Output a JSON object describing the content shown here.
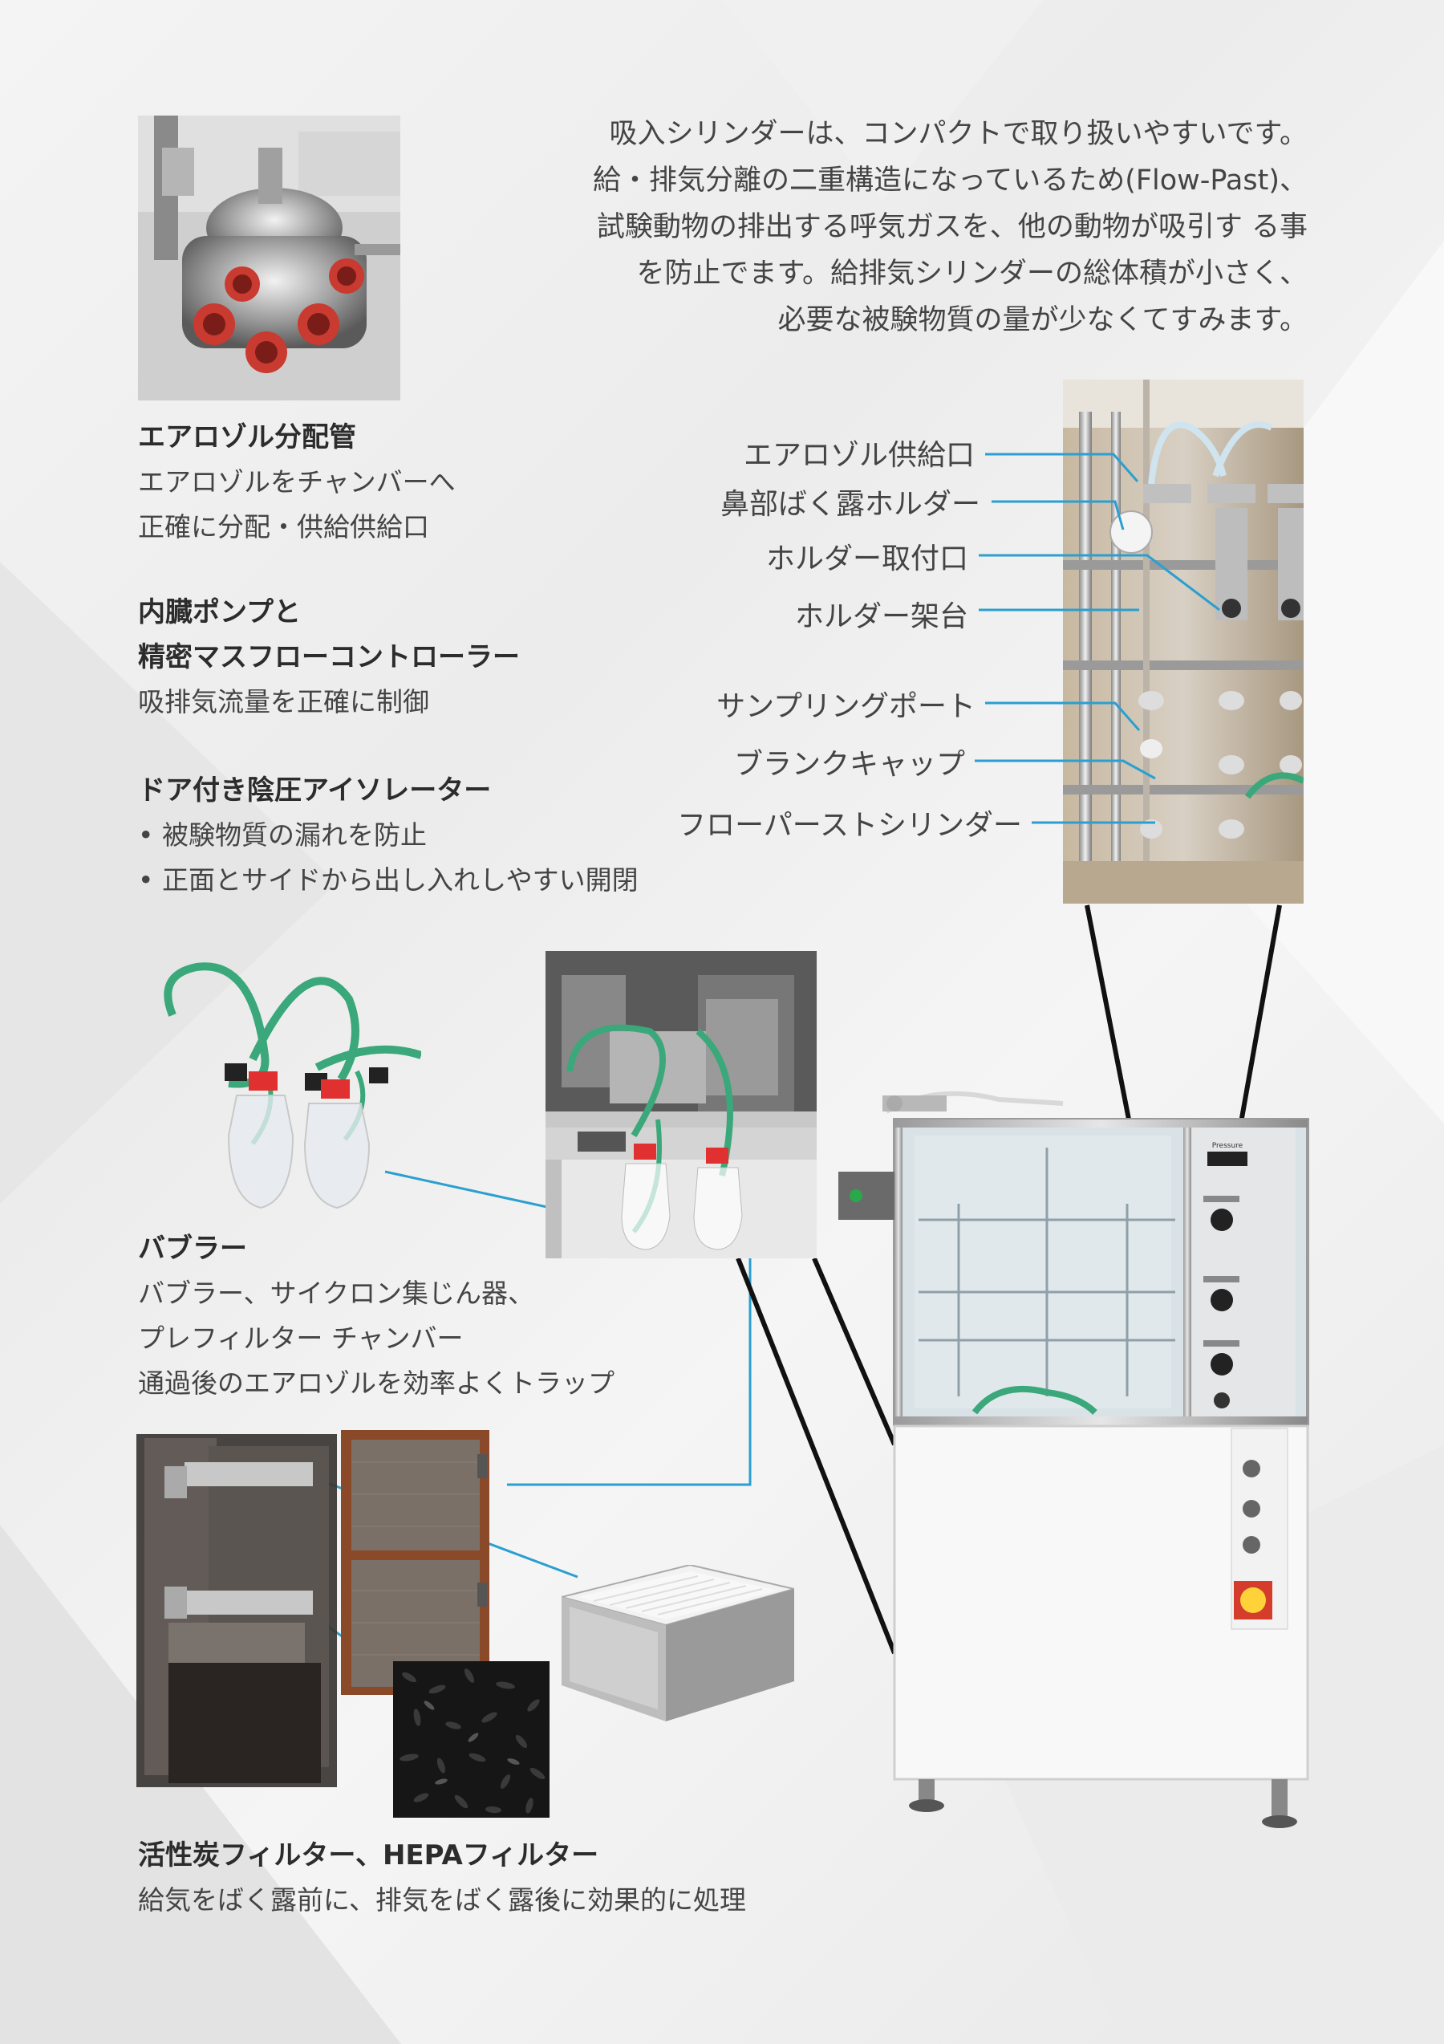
{
  "intro": {
    "lines": [
      "吸入シリンダーは、コンパクトで取り扱いやすいです。",
      "給・排気分離の二重構造になっているため(Flow-Past)、",
      "試験動物の排出する呼気ガスを、他の動物が吸引す る事",
      "を防止でます。給排気シリンダーの総体積が小さく、",
      "必要な被験物質の量が少なくてすみます。"
    ]
  },
  "features": {
    "aerosol": {
      "title": "エアロゾル分配管",
      "lines": [
        "エアロゾルをチャンバーへ",
        "正確に分配・供給供給口"
      ]
    },
    "pump": {
      "title_lines": [
        "内臓ポンプと",
        "精密マスフローコントローラー"
      ],
      "lines": [
        "吸排気流量を正確に制御"
      ]
    },
    "isolator": {
      "title": "ドア付き陰圧アイソレーター",
      "lines": [
        "• 被験物質の漏れを防止",
        "• 正面とサイドから出し入れしやすい開閉"
      ]
    },
    "bubbler": {
      "title": "バブラー",
      "lines": [
        "バブラー、サイクロン集じん器、",
        "プレフィルター チャンバー",
        "通過後のエアロゾルを効率よくトラップ"
      ]
    },
    "filter": {
      "title": "活性炭フィルター、HEPAフィルター",
      "lines": [
        "給気をばく露前に、排気をばく露後に効果的に処理"
      ]
    }
  },
  "callouts": [
    "エアロゾル供給口",
    "鼻部ばく露ホルダー",
    "ホルダー取付口",
    "ホルダー架台",
    "サンプリングポート",
    "ブランクキャップ",
    "フローパーストシリンダー"
  ],
  "panel_label": "Pressure",
  "colors": {
    "accent_line": "#2a9fd0",
    "tube_green": "#3aa87a",
    "cap_red": "#e03030"
  }
}
